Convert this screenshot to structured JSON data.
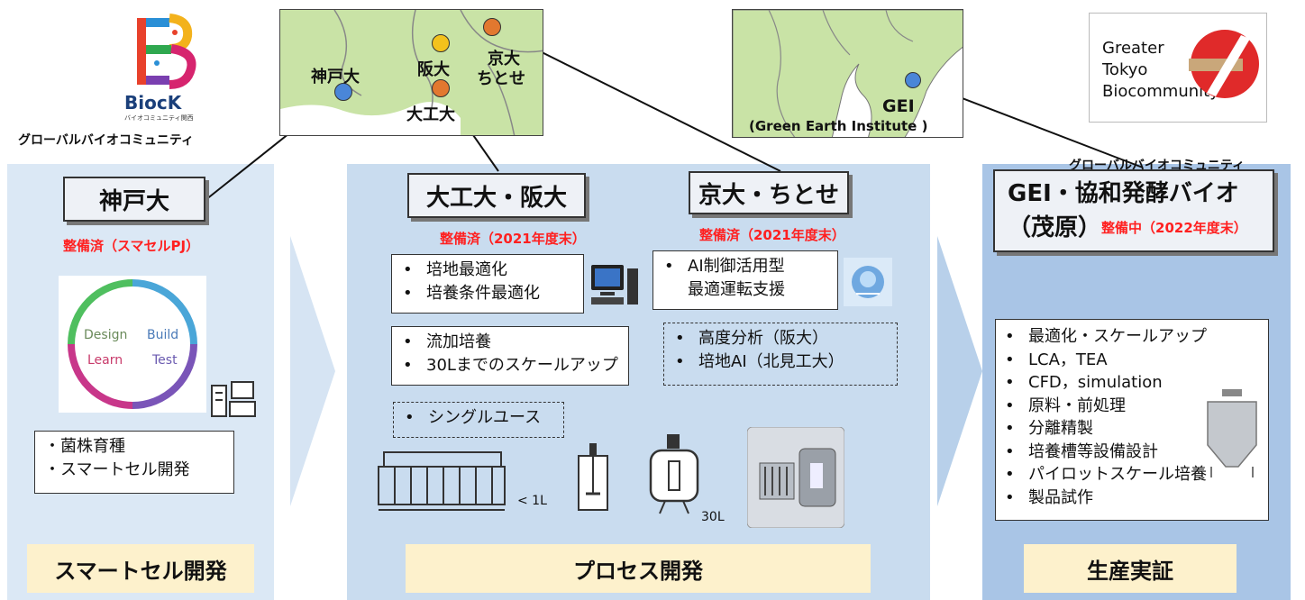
{
  "panels": {
    "left": {
      "org": "神戸大",
      "status": "整備済（スマセルPJ）",
      "cycle": {
        "design": "Design",
        "build": "Build",
        "test": "Test",
        "learn": "Learn"
      },
      "items": [
        "・菌株育種",
        "・スマートセル開発"
      ],
      "footer": "スマートセル開発"
    },
    "middle": {
      "org_a": "大工大・阪大",
      "status_a": "整備済（2021年度末）",
      "org_b": "京大・ちとせ",
      "status_b": "整備済（2021年度末）",
      "box1": [
        "培地最適化",
        "培養条件最適化"
      ],
      "box2": [
        "流加培養",
        "30Lまでのスケールアップ"
      ],
      "box3": [
        "シングルユース"
      ],
      "box4": [
        "AI制御活用型",
        "最適運転支援"
      ],
      "box5": [
        "高度分析（阪大）",
        "培地AI（北見工大）"
      ],
      "vol_small": "< 1L",
      "vol_30": "30L",
      "footer": "プロセス開発",
      "bullet": "•"
    },
    "right": {
      "org_line1": "GEI・協和発酵バイオ",
      "org_line2": "（茂原）",
      "status": "整備中（2022年度末）",
      "items": [
        "最適化・スケールアップ",
        "LCA，TEA",
        "CFD，simulation",
        "原料・前処理",
        "分離精製",
        "培養槽等設備設計",
        "パイロットスケール培養",
        "製品試作"
      ],
      "footer": "生産実証"
    }
  },
  "maps": {
    "kansai": {
      "kobe": "神戸大",
      "handai": "阪大",
      "kyodai_1": "京大",
      "kyodai_2": "ちとせ",
      "daikodai": "大工大"
    },
    "kanto": {
      "gei": "GEI",
      "gei_full": "(Green Earth Institute )"
    }
  },
  "logos": {
    "biock": {
      "mark": "B",
      "name": "BiocK",
      "sub": "バイオコミュニティ関西",
      "caption": "グローバルバイオコミュニティ"
    },
    "gtb": {
      "lines": [
        "Greater",
        "Tokyo",
        "Biocommunity"
      ],
      "caption": "グローバルバイオコミュニティ"
    }
  },
  "colors": {
    "status_red": "#ff2020",
    "dot_blue": "#4a86d8",
    "dot_orange": "#e2782f",
    "dot_yellow": "#f3c21c"
  }
}
